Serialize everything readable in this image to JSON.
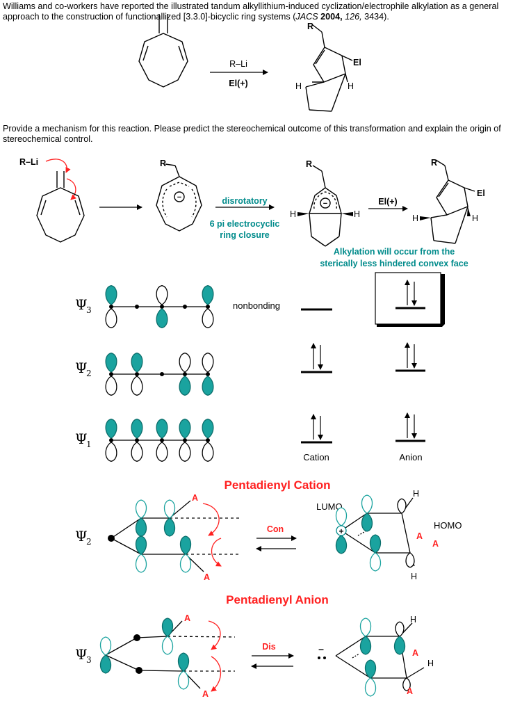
{
  "intro": {
    "pre": "Williams and co-workers have reported the illustrated tandum alkyllithium-induced cyclization/electrophile alkylation as a general approach to the construction of functionallized [3.3.0]-bicyclic ring systems (",
    "journal": "JACS",
    "year": "2004,",
    "volume": "126,",
    "page": "3434)."
  },
  "reaction": {
    "reagent1": "R–Li",
    "reagent2": "El(+)",
    "prod_R": "R",
    "prod_El": "El",
    "prod_H1": "H",
    "prod_H2": "H"
  },
  "question": "Provide a mechanism for this reaction. Please predict the stereochemical outcome of this transformation and explain the origin of stereochemical control.",
  "mechanism": {
    "rli": "R–Li",
    "R1": "R",
    "minus": "−",
    "step_label": "disrotatory",
    "step_sub1": "6 pi electrocyclic",
    "step_sub2": "ring closure",
    "R2": "R",
    "H_left": "H",
    "H_right": "H",
    "el_reagent": "El(+)",
    "R3": "R",
    "El": "El",
    "H3_left": "H",
    "H3_right": "H",
    "note1": "Alkylation will occur from the",
    "note2": "sterically less hindered convex face"
  },
  "mo": {
    "psi_symbol": "Ψ",
    "psi3_sub": "3",
    "psi2_sub": "2",
    "psi1_sub": "1",
    "nonbonding": "nonbonding",
    "cation": "Cation",
    "anion": "Anion"
  },
  "cation_section": {
    "title": "Pentadienyl Cation",
    "psi_sub": "2",
    "A1": "A",
    "A2": "A",
    "arrow_label": "Con",
    "lumo": "LUMO",
    "homo": "HOMO",
    "plus": "+",
    "H1": "H",
    "H2": "H",
    "A3": "A",
    "A4": "A"
  },
  "anion_section": {
    "title": "Pentadienyl Anion",
    "psi_sub": "3",
    "A1": "A",
    "A2": "A",
    "arrow_label": "Dis",
    "lone_pair": "–",
    "H1": "H",
    "H2": "H",
    "A3": "A",
    "A4": "A"
  },
  "colors": {
    "teal": "#008b8b",
    "red": "#ff2020",
    "lobe_teal": "#1aa39f"
  }
}
